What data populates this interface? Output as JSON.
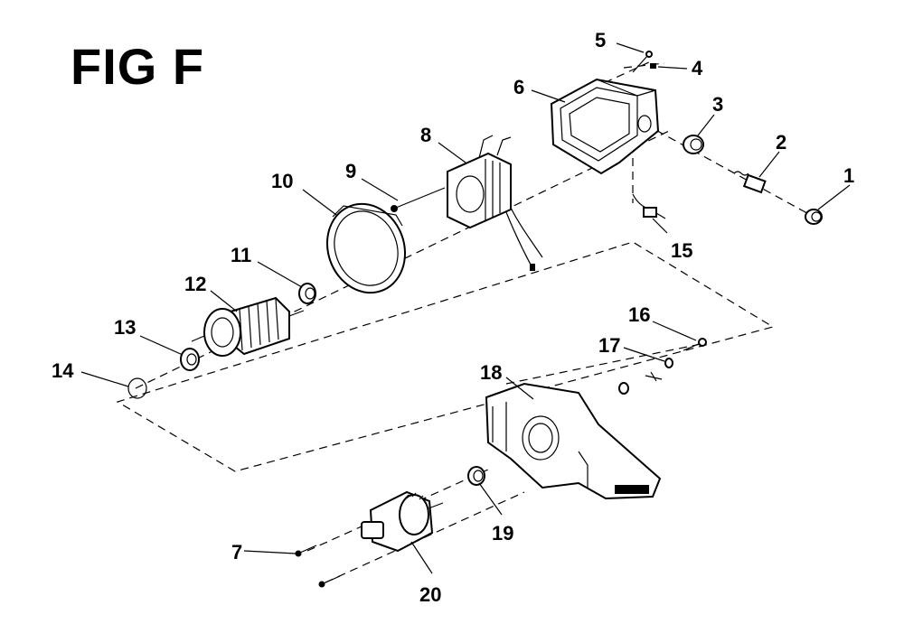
{
  "figure": {
    "title": "FIG F"
  },
  "callouts": {
    "c1": "1",
    "c2": "2",
    "c3": "3",
    "c4": "4",
    "c5": "5",
    "c6": "6",
    "c7": "7",
    "c8": "8",
    "c9": "9",
    "c10": "10",
    "c11": "11",
    "c12": "12",
    "c13": "13",
    "c14": "14",
    "c15": "15",
    "c16": "16",
    "c17": "17",
    "c18": "18",
    "c19": "19",
    "c20": "20"
  },
  "colors": {
    "line": "#000000",
    "background": "#ffffff"
  }
}
